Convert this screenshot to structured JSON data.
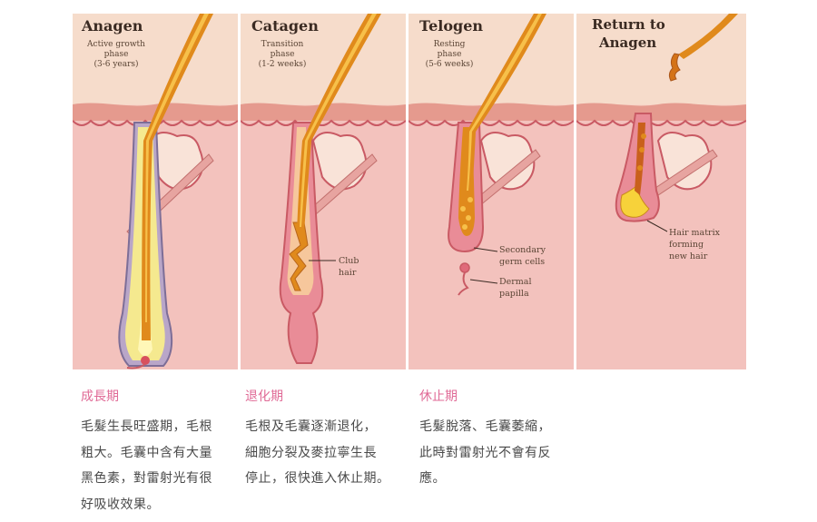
{
  "panels": [
    {
      "title": "Anagen",
      "sub": [
        "Active growth",
        "phase",
        "(3-6 years)"
      ],
      "annotations": []
    },
    {
      "title": "Catagen",
      "sub": [
        "Transition",
        "phase",
        "(1-2 weeks)"
      ],
      "annotations": [
        [
          "Club",
          "hair"
        ]
      ]
    },
    {
      "title": "Telogen",
      "sub": [
        "Resting",
        "phase",
        "(5-6 weeks)"
      ],
      "annotations": [
        [
          "Secondary",
          "germ cells"
        ],
        [
          "Dermal",
          "papilla"
        ]
      ]
    },
    {
      "title": "Return to Anagen",
      "title_lines": [
        "Return to",
        "Anagen"
      ],
      "sub": [],
      "annotations": [
        [
          "Hair matrix",
          "forming",
          "new hair"
        ]
      ]
    }
  ],
  "columns": [
    {
      "title": "成長期",
      "lines": [
        "毛髮生長旺盛期，毛根",
        "粗大。毛囊中含有大量",
        "黑色素，對雷射光有很",
        "好吸收效果。"
      ]
    },
    {
      "title": "退化期",
      "lines": [
        "毛根及毛囊逐漸退化，",
        "細胞分裂及麥拉寧生長",
        "停止，很快進入休止期。"
      ]
    },
    {
      "title": "休止期",
      "lines": [
        "毛髮脫落、毛囊萎縮，",
        "此時對雷射光不會有反",
        "應。"
      ]
    }
  ],
  "colors": {
    "skin": "#f6c9c0",
    "hair": "#e08a1c",
    "accent": "#e06a96",
    "dermis": "#efa9a6"
  }
}
